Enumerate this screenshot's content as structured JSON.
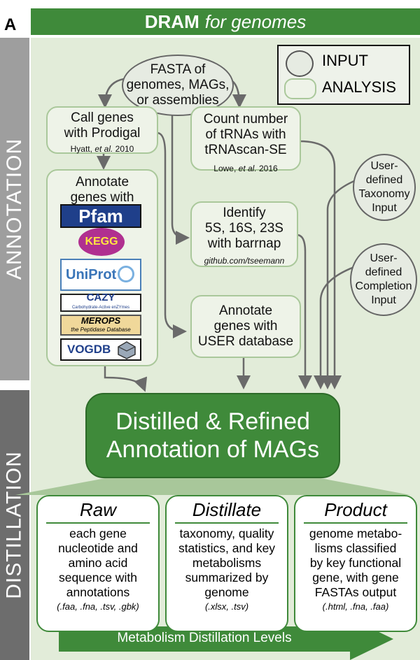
{
  "panel_label": "A",
  "title": {
    "bold": "DRAM",
    "italic": "for genomes"
  },
  "side_labels": {
    "annotation": "ANNOTATION",
    "distillation": "DISTILLATION"
  },
  "legend": {
    "input": "INPUT",
    "analysis": "ANALYSIS"
  },
  "nodes": {
    "fasta": [
      "FASTA of",
      "genomes, MAGs,",
      "or assemblies"
    ],
    "prodigal": {
      "lines": [
        "Call genes",
        "with Prodigal"
      ],
      "cite_pre": "Hyatt, ",
      "cite_em": "et al.",
      "cite_post": " 2010"
    },
    "trna": {
      "lines": [
        "Count number",
        "of tRNAs with",
        "tRNAscan-SE"
      ],
      "cite_pre": "Lowe, ",
      "cite_em": "et al.",
      "cite_post": " 2016"
    },
    "annotate": [
      "Annotate",
      "genes with"
    ],
    "rrna": {
      "lines": [
        "Identify",
        "5S, 16S, 23S",
        "with barrnap"
      ],
      "link": "github.com/tseemann"
    },
    "user_db": [
      "Annotate",
      "genes with",
      "USER database"
    ],
    "taxonomy": [
      "User-",
      "defined",
      "Taxonomy",
      "Input"
    ],
    "completion": [
      "User-",
      "defined",
      "Completion",
      "Input"
    ]
  },
  "databases": {
    "pfam": "Pfam",
    "kegg": "KEGG",
    "uniprot": "UniProt",
    "cazy": "CAZY",
    "cazy_sub": "Carbohydrate-Active enZYmes",
    "merops": "MEROPS",
    "merops_sub": "the Peptidase Database",
    "vogdb": "VOGDB"
  },
  "distilled": [
    "Distilled & Refined",
    "Annotation of MAGs"
  ],
  "outputs": [
    {
      "heading": "Raw",
      "lines": [
        "each gene",
        "nucleotide and",
        "amino acid",
        "sequence with",
        "annotations"
      ],
      "formats": "(.faa, .fna, .tsv, .gbk)"
    },
    {
      "heading": "Distillate",
      "lines": [
        "taxonomy, quality",
        "statistics, and key",
        "metabolisms",
        "summarized by",
        "genome"
      ],
      "formats": "(.xlsx, .tsv)"
    },
    {
      "heading": "Product",
      "lines": [
        "genome metabo-",
        "lisms classified",
        "by key functional",
        "gene, with gene",
        "FASTAs output"
      ],
      "formats": "(.html, .fna, .faa)"
    }
  ],
  "bottom_arrow": "Metabolism Distillation Levels",
  "colors": {
    "dark_green": "#3f8a3a",
    "light_green": "#e2ecd9",
    "gray": "#9e9e9e",
    "dark_gray": "#6d6d6d"
  }
}
